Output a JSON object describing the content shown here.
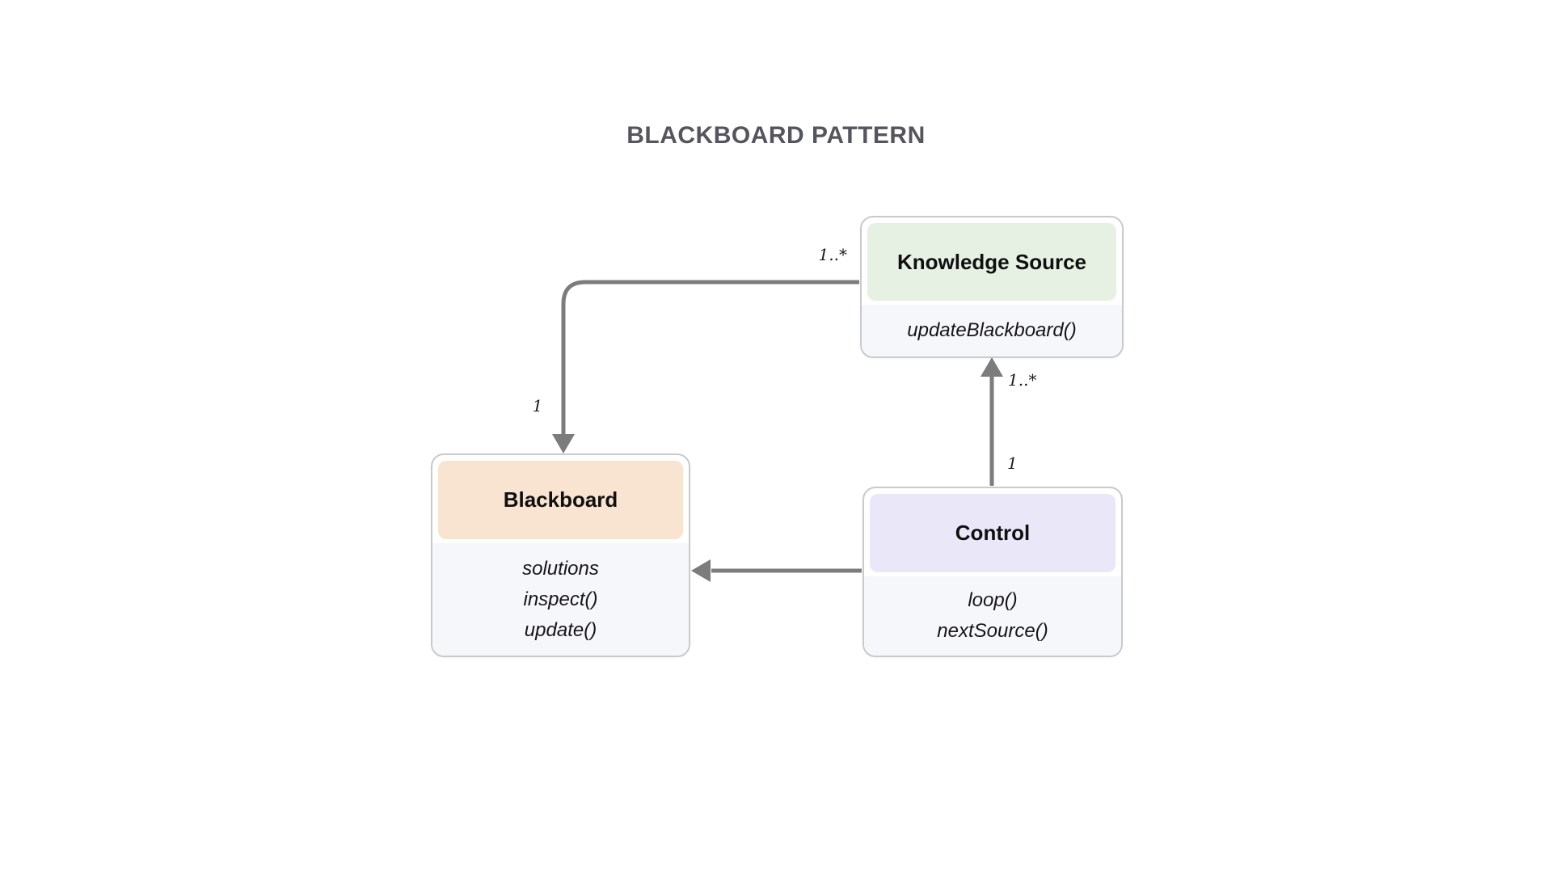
{
  "title": "BLACKBOARD PATTERN",
  "colors": {
    "background": "#ffffff",
    "title_text": "#55565d",
    "box_border": "#c9cacb",
    "box_body_bg": "#f6f7fa",
    "knowledge_source_header_bg": "#e6f0e3",
    "blackboard_header_bg": "#f9e3d1",
    "control_header_bg": "#eae7f9",
    "arrow": "#7c7c7c",
    "label_text": "#1c1c1c"
  },
  "classes": [
    {
      "id": "knowledge-source",
      "name": "Knowledge Source",
      "members": [
        "updateBlackboard()"
      ]
    },
    {
      "id": "blackboard",
      "name": "Blackboard",
      "members": [
        "solutions",
        "inspect()",
        "update()"
      ]
    },
    {
      "id": "control",
      "name": "Control",
      "members": [
        "loop()",
        "nextSource()"
      ]
    }
  ],
  "relationships": [
    {
      "from": "Knowledge Source",
      "to": "Blackboard",
      "from_label": "1..*",
      "to_label": "1"
    },
    {
      "from": "Control",
      "to": "Knowledge Source",
      "from_label": "1",
      "to_label": "1..*"
    },
    {
      "from": "Control",
      "to": "Blackboard",
      "from_label": "",
      "to_label": ""
    }
  ]
}
